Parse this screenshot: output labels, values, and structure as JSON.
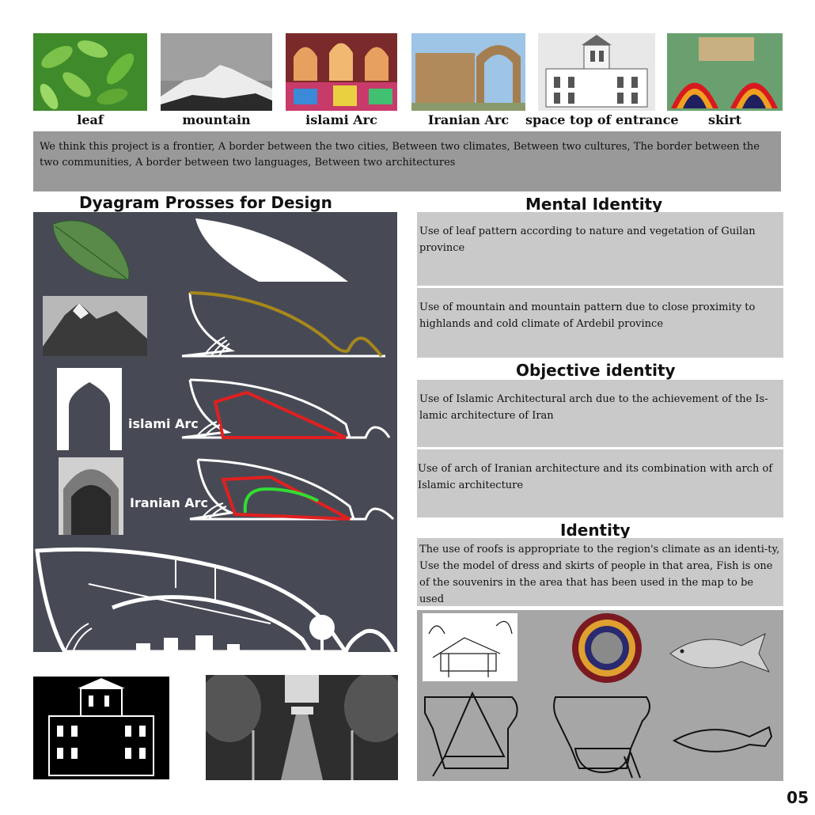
{
  "top_images": [
    {
      "caption": "leaf",
      "icon": "leaf-photo"
    },
    {
      "caption": "mountain",
      "icon": "mountain-photo"
    },
    {
      "caption": "islami Arc",
      "icon": "mosque-interior-photo"
    },
    {
      "caption": "Iranian Arc",
      "icon": "ancient-arch-photo"
    },
    {
      "caption": "space top of entrance",
      "icon": "building-photo"
    },
    {
      "caption": "skirt",
      "icon": "dancers-photo"
    }
  ],
  "intro_text": "We think this project is a frontier, A border between the two cities, Between two climates, Between two cultures, The border between the two communities, A border between two languages, Between two architectures",
  "diagram": {
    "title": "Dyagram Prosses for Design",
    "label_islamic": "islami Arc",
    "label_iranian": "Iranian Arc"
  },
  "mental": {
    "title": "Mental Identity",
    "box1": "Use of leaf pattern according to nature and vegetation of Guilan province",
    "box2": "Use of mountain and mountain pattern due to close proximity to highlands and cold climate of Ardebil province"
  },
  "objective": {
    "title": "Objective identity",
    "box1": "Use of Islamic Architectural arch due to the achievement of the Is-lamic architecture of Iran",
    "box2": "Use of arch of Iranian architecture and its combination with arch of Islamic architecture"
  },
  "identity": {
    "title": "Identity",
    "text": "The use of roofs is appropriate to the region's climate as an identi-ty, Use the model of dress and skirts of people in that area, Fish is one of the souvenirs in the area that has been used in the map to be used"
  },
  "colors": {
    "panel": "#474a55",
    "box": "#c9c9c9",
    "intro": "#999999",
    "red": "#e02020",
    "green": "#33dd33",
    "gold": "#a8881a"
  },
  "page_number": "05"
}
